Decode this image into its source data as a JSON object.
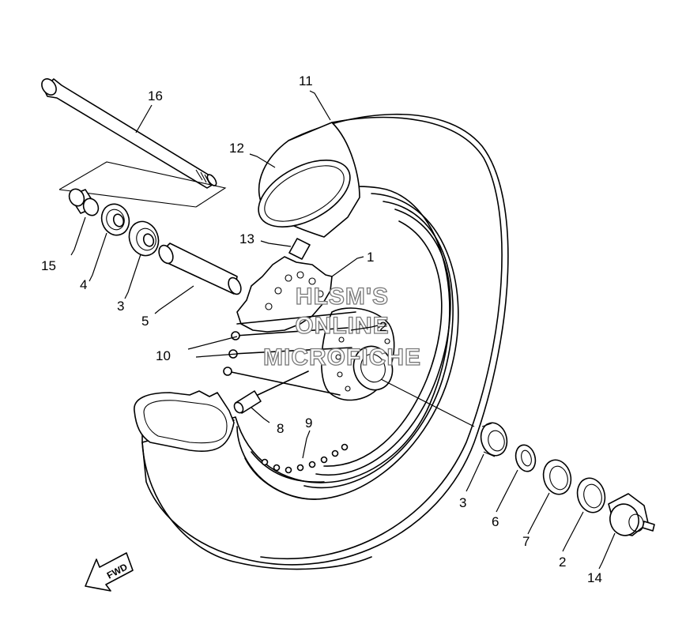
{
  "diagram": {
    "callouts": [
      {
        "id": "c1",
        "text": "1"
      },
      {
        "id": "c2a",
        "text": "2"
      },
      {
        "id": "c2b",
        "text": "2"
      },
      {
        "id": "c3a",
        "text": "3"
      },
      {
        "id": "c3b",
        "text": "3"
      },
      {
        "id": "c4",
        "text": "4"
      },
      {
        "id": "c5",
        "text": "5"
      },
      {
        "id": "c6",
        "text": "6"
      },
      {
        "id": "c7",
        "text": "7"
      },
      {
        "id": "c8",
        "text": "8"
      },
      {
        "id": "c9",
        "text": "9"
      },
      {
        "id": "c10",
        "text": "10"
      },
      {
        "id": "c11",
        "text": "11"
      },
      {
        "id": "c12",
        "text": "12"
      },
      {
        "id": "c13",
        "text": "13"
      },
      {
        "id": "c14",
        "text": "14"
      },
      {
        "id": "c15",
        "text": "15"
      },
      {
        "id": "c16",
        "text": "16"
      }
    ],
    "watermark": {
      "line1": "HLSM'S",
      "line2": "ONLINE",
      "line3": "MICROFICHE"
    },
    "direction_arrow": {
      "label": "FWD"
    }
  }
}
